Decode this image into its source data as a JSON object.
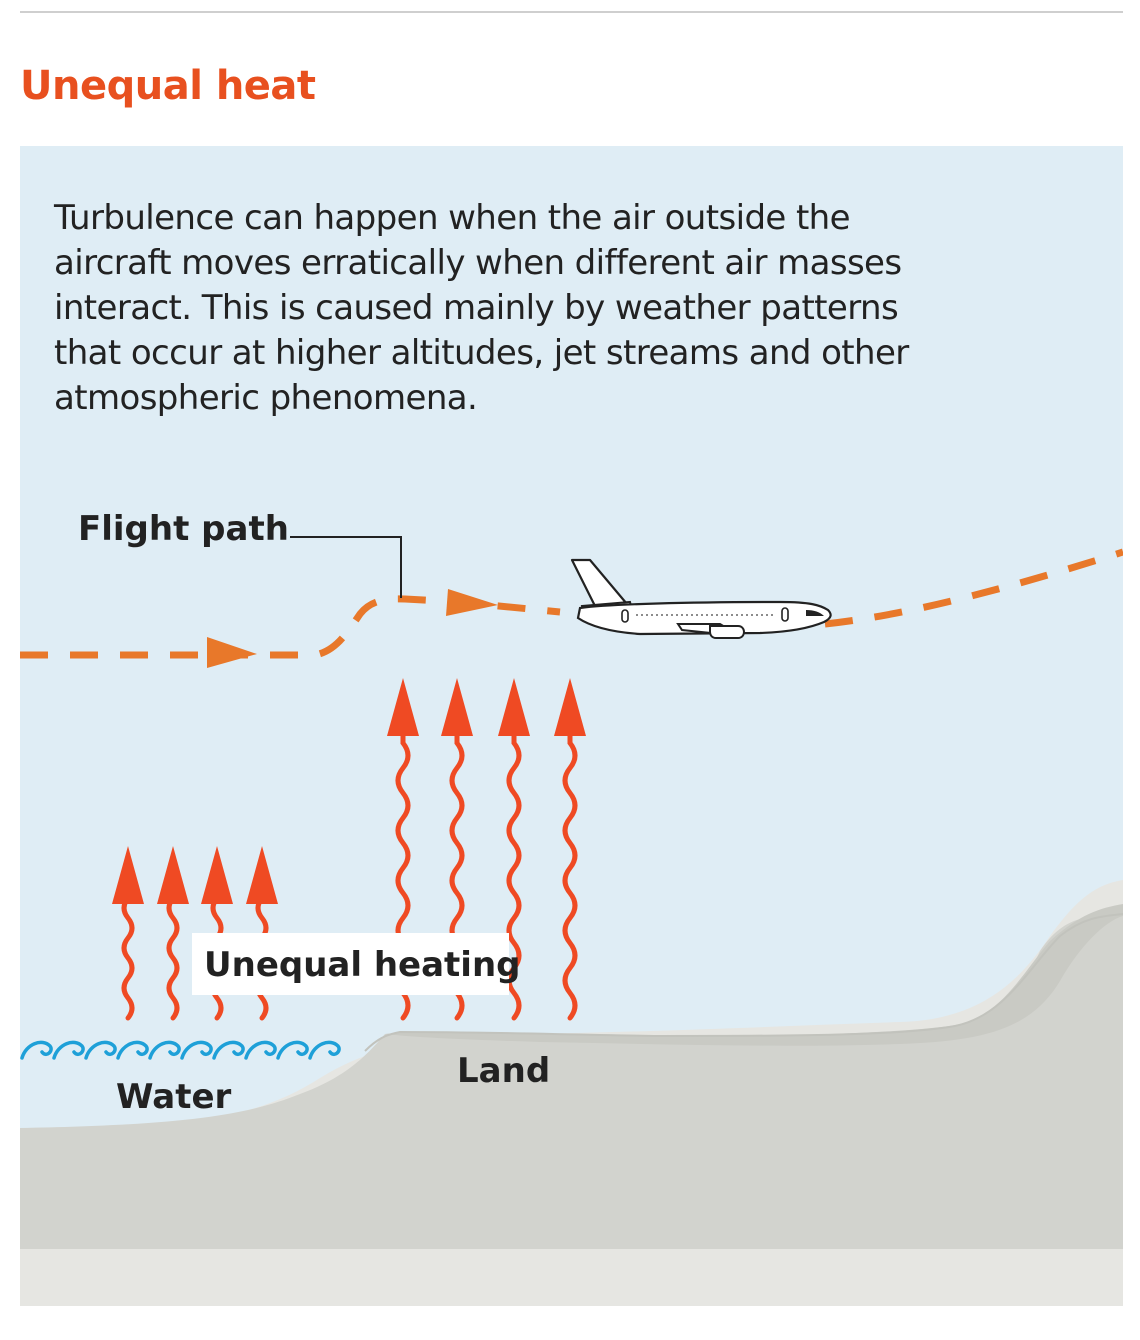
{
  "title": "Unequal heat",
  "description": "Turbulence can happen when the air outside the aircraft moves erratically when different air masses interact. This is caused mainly by weather patterns that occur at higher altitudes, jet streams and other atmospheric phenomena.",
  "labels": {
    "flight_path": "Flight path",
    "unequal_heating": "Unequal heating",
    "water": "Water",
    "land": "Land"
  },
  "colors": {
    "title": "#e8501f",
    "flight_path": "#e8782a",
    "heat_arrows": "#ef4a23",
    "water_waves": "#1ea0d8",
    "sky": "#dfedf5",
    "land_near": "#d2d3ce",
    "land_far": "#e6e6e2"
  },
  "icons": {
    "airplane": "airplane-icon",
    "heat_arrow": "heat-arrow-icon",
    "water": "water-wave-icon"
  }
}
